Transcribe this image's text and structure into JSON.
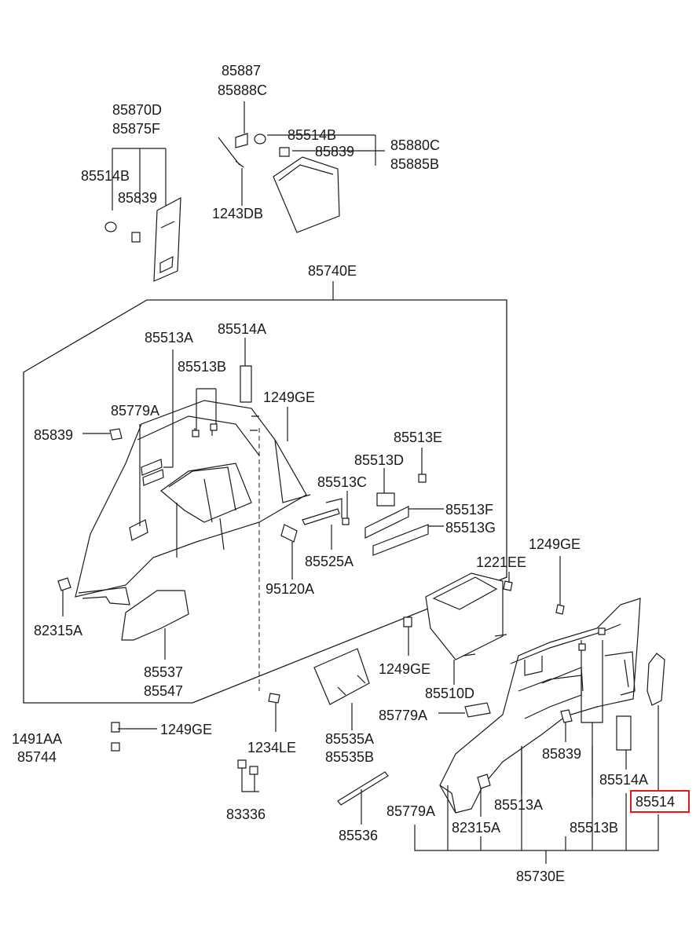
{
  "labels": {
    "p85887": "85887",
    "p85888C": "85888C",
    "p85870D": "85870D",
    "p85875F": "85875F",
    "p85514B_a": "85514B",
    "p85839_a": "85839",
    "p85514B_b": "85514B",
    "p85839_b": "85839",
    "p85880C": "85880C",
    "p85885B": "85885B",
    "p1243DB": "1243DB",
    "p85740E": "85740E",
    "p85513A_a": "85513A",
    "p85514A_a": "85514A",
    "p85513B_a": "85513B",
    "p1249GE_a": "1249GE",
    "p85779A_a": "85779A",
    "p85839_c": "85839",
    "p85513E": "85513E",
    "p85513D": "85513D",
    "p85513C": "85513C",
    "p85513F": "85513F",
    "p85513G": "85513G",
    "p85525A": "85525A",
    "p95120A": "95120A",
    "p82315A_a": "82315A",
    "p85537": "85537",
    "p85547": "85547",
    "p1249GE_b": "1249GE",
    "p1221EE": "1221EE",
    "p1249GE_c": "1249GE",
    "p85510D": "85510D",
    "p1249GE_d": "1249GE",
    "p1491AA": "1491AA",
    "p85744": "85744",
    "p1234LE": "1234LE",
    "p85535A": "85535A",
    "p85535B": "85535B",
    "p85779A_b": "85779A",
    "p85839_d": "85839",
    "p85514A_b": "85514A",
    "p85514": "85514",
    "p83336": "83336",
    "p85536": "85536",
    "p85779A_c": "85779A",
    "p82315A_b": "82315A",
    "p85513A_b": "85513A",
    "p85513B_b": "85513B",
    "p85730E": "85730E"
  },
  "highlight_label": "85514",
  "colors": {
    "line": "#1a1a1a",
    "highlight": "#e01b1b",
    "background": "#ffffff"
  }
}
